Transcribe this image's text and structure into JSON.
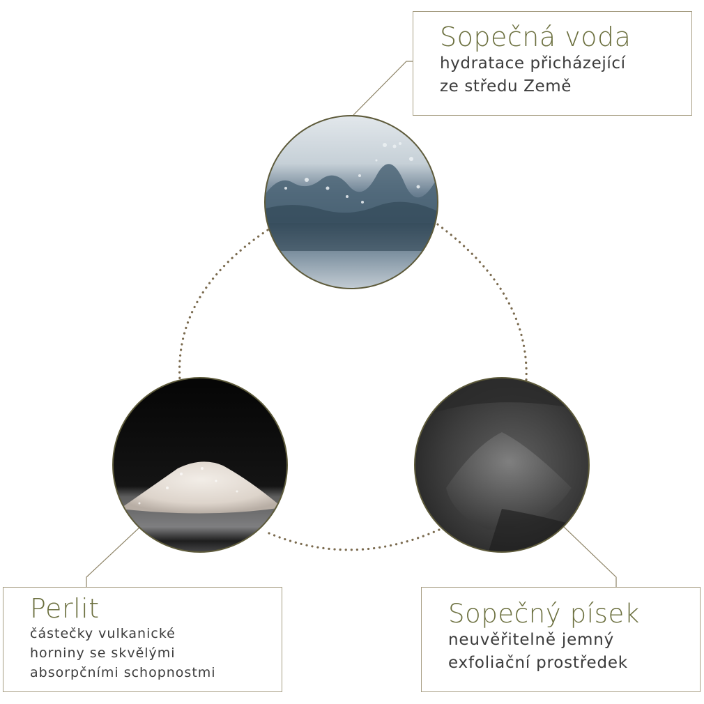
{
  "diagram": {
    "accent_color": "#6b6f3e",
    "connector_color": "#7a6a4e",
    "border_color": "#a69d82",
    "nodes": [
      {
        "id": "water",
        "title": "Sopečná voda",
        "lines": [
          "hydratace přicházející",
          "ze středu Země"
        ],
        "image": "water-splash-photo"
      },
      {
        "id": "perlite",
        "title": "Perlit",
        "lines": [
          "částečky vulkanické",
          "horniny se skvělými",
          "absorpčními schopnostmi"
        ],
        "image": "white-perlite-pile-photo"
      },
      {
        "id": "sand",
        "title": "Sopečný písek",
        "lines": [
          "neuvěřitelně jemný",
          "exfoliační prostředek"
        ],
        "image": "black-volcanic-sand-photo"
      }
    ]
  }
}
